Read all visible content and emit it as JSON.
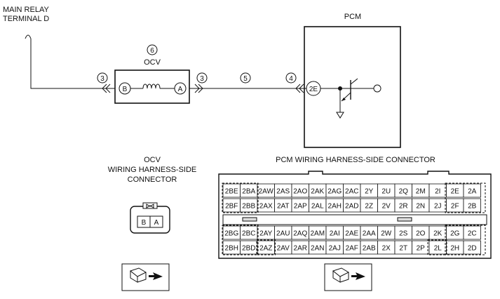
{
  "main_relay": {
    "line1": "MAIN RELAY",
    "line2": "TERMINAL D"
  },
  "pcm": {
    "title": "PCM",
    "terminal": "2E"
  },
  "ocv": {
    "title": "OCV",
    "callout": "6",
    "pin_b": "B",
    "pin_a": "A"
  },
  "callouts": {
    "left_conn": "3",
    "right_conn": "3",
    "wire": "5",
    "pcm_conn": "4"
  },
  "ocv_connector": {
    "title_line1": "OCV",
    "title_line2": "WIRING HARNESS-SIDE",
    "title_line3": "CONNECTOR",
    "pin_b": "B",
    "pin_a": "A"
  },
  "pcm_connector": {
    "title": "PCM WIRING HARNESS-SIDE CONNECTOR",
    "top_row1": [
      "2BE",
      "2BA",
      "2AW",
      "2AS",
      "2AO",
      "2AK",
      "2AG",
      "2AC",
      "2Y",
      "2U",
      "2Q",
      "2M",
      "2I",
      "2E",
      "2A"
    ],
    "top_row2": [
      "2BF",
      "2BB",
      "2AX",
      "2AT",
      "2AP",
      "2AL",
      "2AH",
      "2AD",
      "2Z",
      "2V",
      "2R",
      "2N",
      "2J",
      "2F",
      "2B"
    ],
    "bot_row1": [
      "2BG",
      "2BC",
      "2AY",
      "2AU",
      "2AQ",
      "2AM",
      "2AI",
      "2AE",
      "2AA",
      "2W",
      "2S",
      "2O",
      "2K",
      "2G",
      "2C"
    ],
    "bot_row2": [
      "2BH",
      "2BD",
      "2AZ",
      "2AV",
      "2AR",
      "2AN",
      "2AJ",
      "2AF",
      "2AB",
      "2X",
      "2T",
      "2P",
      "2L",
      "2H",
      "2D"
    ]
  }
}
